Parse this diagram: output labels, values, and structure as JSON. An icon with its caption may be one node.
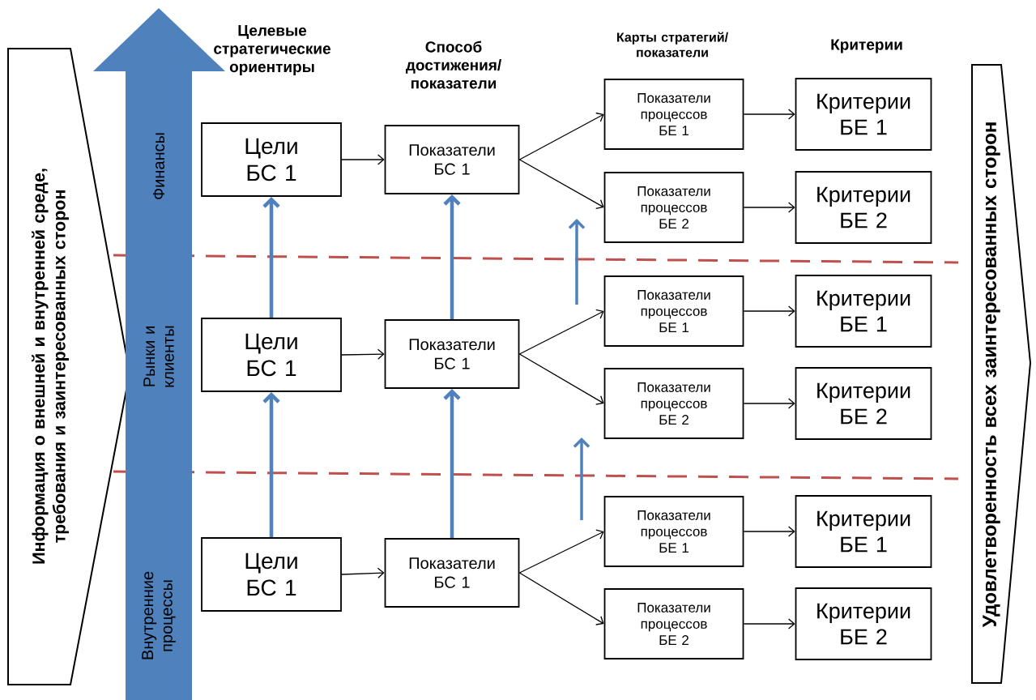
{
  "diagram": {
    "nodes": [
      {
        "text": [
          "Информация о внешней и внутренней среде, требования и заинтересованных сторон"
        ]
      },
      {
        "text": [
          "Финансы",
          "Рынки и клиенты",
          "Внутренние процессы"
        ]
      },
      {
        "text": [
          "Цели БС 1"
        ]
      },
      {
        "text": [
          "Показатели БС 1"
        ]
      },
      {
        "text": [
          "Показатели процессов БЕ 1"
        ]
      },
      {
        "text": [
          "Показатели процессов БЕ 2"
        ]
      },
      {
        "text": [
          "Критерии БЕ 1"
        ]
      },
      {
        "text": [
          "Критерии БЕ 2"
        ]
      },
      {
        "text": [
          "Цели БС 1"
        ]
      },
      {
        "text": [
          "Показатели БС 1"
        ]
      },
      {
        "text": [
          "Показатели процессов БЕ 1"
        ]
      },
      {
        "text": [
          "Показатели процессов БЕ 2"
        ]
      },
      {
        "text": [
          "Критерии БЕ 1"
        ]
      },
      {
        "text": [
          "Критерии БЕ 2"
        ]
      },
      {
        "text": [
          "Цели БС 1"
        ]
      },
      {
        "text": [
          "Показатели БС 1"
        ]
      },
      {
        "text": [
          "Показатели процессов БЕ 1"
        ]
      },
      {
        "text": [
          "Показатели процессов БЕ 2"
        ]
      },
      {
        "text": [
          "Критерии БЕ 1"
        ]
      },
      {
        "text": [
          "Критерии БЕ 2"
        ]
      },
      {
        "text": [
          "Удовлетворенность всех заинтересованных сторон"
        ]
      }
    ],
    "edges": [
      {
        "from": 2,
        "to": 3,
        "arrow": "to"
      },
      {
        "from": 3,
        "to": 4,
        "arrow": "to"
      },
      {
        "from": 3,
        "to": 5,
        "arrow": "to"
      },
      {
        "from": 4,
        "to": 6,
        "arrow": "to"
      },
      {
        "from": 5,
        "to": 7,
        "arrow": "to"
      },
      {
        "from": 8,
        "to": 9,
        "arrow": "to"
      },
      {
        "from": 9,
        "to": 10,
        "arrow": "to"
      },
      {
        "from": 9,
        "to": 11,
        "arrow": "to"
      },
      {
        "from": 10,
        "to": 12,
        "arrow": "to"
      },
      {
        "from": 11,
        "to": 13,
        "arrow": "to"
      },
      {
        "from": 14,
        "to": 15,
        "arrow": "to"
      },
      {
        "from": 15,
        "to": 16,
        "arrow": "to"
      },
      {
        "from": 15,
        "to": 17,
        "arrow": "to"
      },
      {
        "from": 16,
        "to": 18,
        "arrow": "to"
      },
      {
        "from": 17,
        "to": 19,
        "arrow": "to"
      },
      {
        "from": 8,
        "to": 2,
        "arrow": "to",
        "style": "thick",
        "color": "#4f81bd"
      },
      {
        "from": 14,
        "to": 8,
        "arrow": "to",
        "style": "thick",
        "color": "#4f81bd"
      },
      {
        "from": 15,
        "to": 9,
        "arrow": "to",
        "style": "thick",
        "color": "#4f81bd"
      },
      {
        "from": 9,
        "to": 3,
        "arrow": "to",
        "style": "thick",
        "color": "#4f81bd"
      }
    ],
    "labels": [
      "Целевые стратегические ориентиры",
      "Способ достижения/ показатели",
      "Карты стратегий/ показатели",
      "Критерии"
    ]
  }
}
